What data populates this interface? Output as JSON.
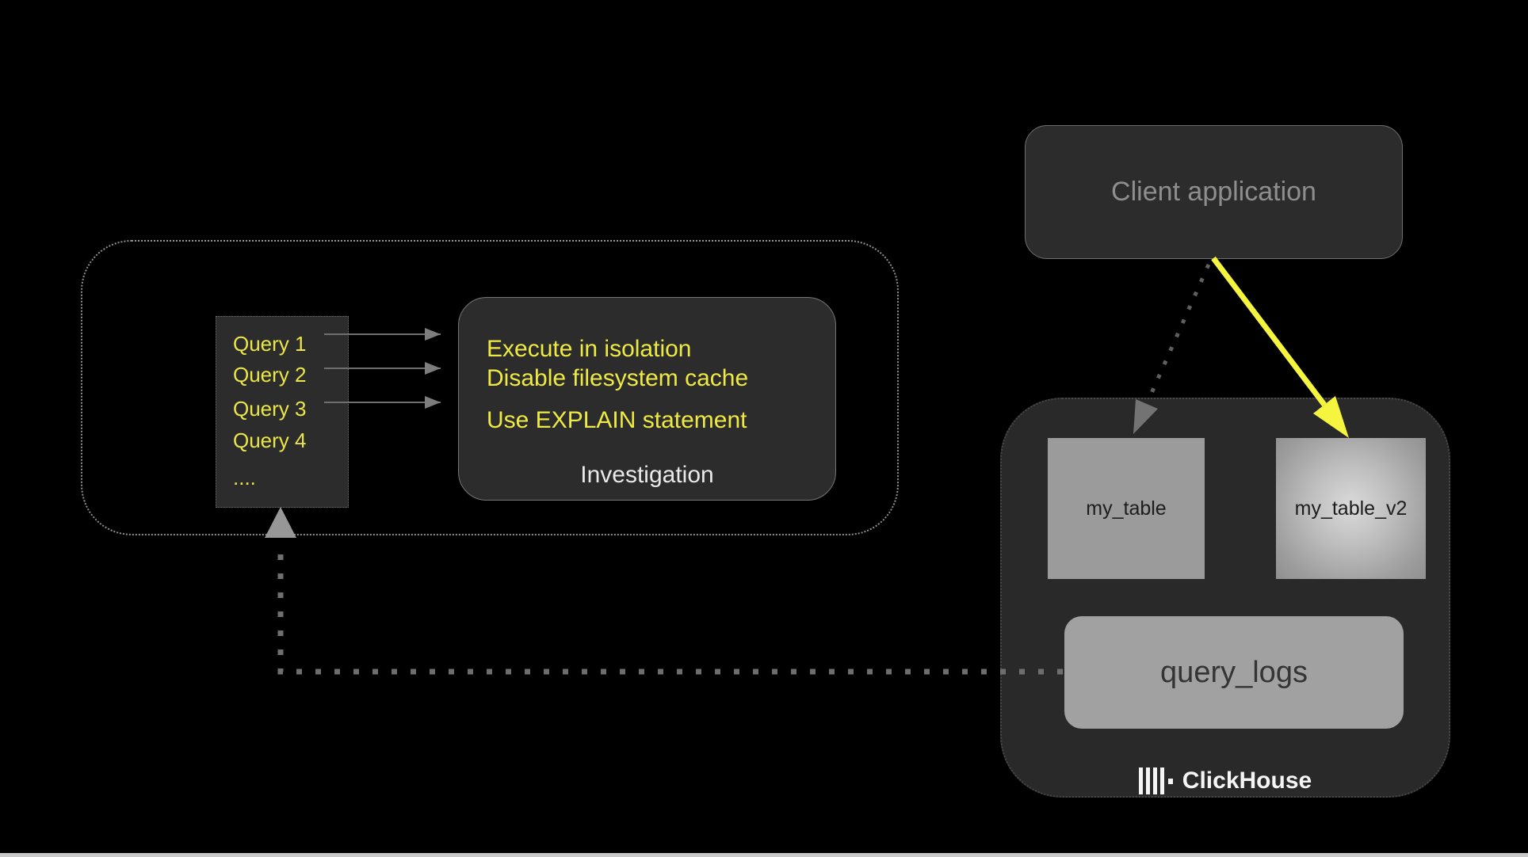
{
  "colors": {
    "background": "#000000",
    "accent_text_yellow": "#ebe647",
    "arrow_yellow": "#f5f540",
    "panel_dark_gray": "#2c2c2c",
    "table_gray": "#9b9b9b",
    "bottom_strip_gray": "#c9c9c9"
  },
  "client": {
    "label": "Client application"
  },
  "investigation": {
    "queries": [
      "Query 1",
      "Query 2",
      "Query 3",
      "Query 4",
      "...."
    ],
    "tips": [
      "Execute in isolation",
      "Disable filesystem cache",
      "Use EXPLAIN statement"
    ],
    "label": "Investigation"
  },
  "clickhouse": {
    "table_left": "my_table",
    "table_right": "my_table_v2",
    "logs": "query_logs",
    "brand": "ClickHouse"
  }
}
